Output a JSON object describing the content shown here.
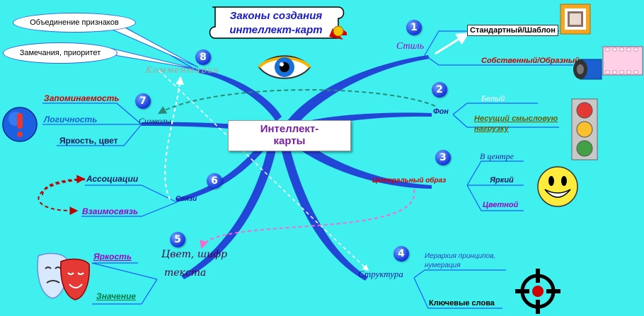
{
  "title": {
    "line1": "Законы создания",
    "line2": "интеллект-карт"
  },
  "center": {
    "line1": "Интеллект-",
    "line2": "карты"
  },
  "numbers": [
    "1",
    "2",
    "3",
    "4",
    "5",
    "6",
    "7",
    "8"
  ],
  "branches": {
    "style": {
      "label": "Стиль",
      "items": [
        "Стандартный/Шаблон",
        "Собственный/Образный"
      ]
    },
    "background": {
      "label": "Фон",
      "items": [
        "Белый",
        "Несущий смысловую",
        "нагрузку"
      ]
    },
    "central_image": {
      "label": "Центральный образ",
      "items": [
        "В центре",
        "Яркий",
        "Цветной"
      ]
    },
    "structure": {
      "label": "Структура",
      "items": [
        "Иерархия принципов,",
        "нумерация",
        "Ключевые слова"
      ]
    },
    "color_font": {
      "label_line1": "Цвет, шифр",
      "label_line2": "текста",
      "items": [
        "Яркость",
        "Значение"
      ]
    },
    "links": {
      "label": "Связи",
      "items": [
        "Ассоциации",
        "Взаимосвязь"
      ]
    },
    "symbols": {
      "label": "Символы",
      "items": [
        "Запоминаемость",
        "Логичность",
        "Яркость, цвет"
      ]
    },
    "comments": {
      "label": "Комментарии",
      "items": [
        "Объединение признаков",
        "Замечания, приоритет"
      ]
    }
  },
  "colors": {
    "background": "#3ff0ee",
    "branch": "#2246d6",
    "line": "#1b5cff",
    "accent_red": "#e0002a",
    "accent_violet": "#a000c8"
  },
  "icons": [
    "eye-icon",
    "scroll-banner-icon",
    "picture-frame-icon",
    "film-roll-icon",
    "traffic-light-icon",
    "exclamation-icon",
    "smiley-icon",
    "theater-masks-icon",
    "target-icon"
  ]
}
